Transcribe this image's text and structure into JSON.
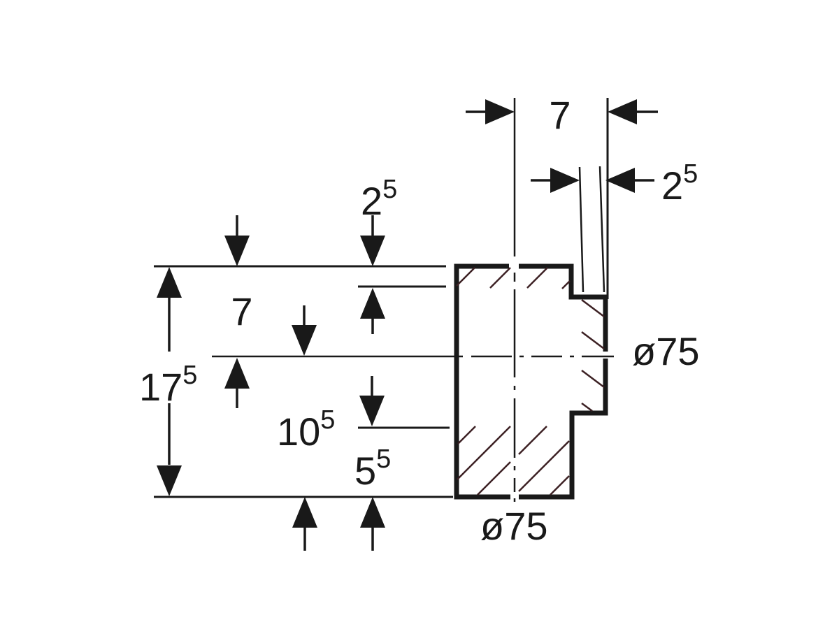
{
  "colors": {
    "background": "#ffffff",
    "line": "#191919",
    "hatch": "#3c2023"
  },
  "dims": {
    "top_width": {
      "base": "7",
      "sup": ""
    },
    "top_seal": {
      "base": "2",
      "sup": "5"
    },
    "left_seal": {
      "base": "2",
      "sup": "5"
    },
    "left_upper": {
      "base": "7",
      "sup": ""
    },
    "total_height": {
      "base": "17",
      "sup": "5"
    },
    "lower_height": {
      "base": "10",
      "sup": "5"
    },
    "bottom_ring": {
      "base": "5",
      "sup": "5"
    },
    "dia_side": {
      "base": "ø75",
      "sup": ""
    },
    "dia_bottom": {
      "base": "ø75",
      "sup": ""
    }
  }
}
